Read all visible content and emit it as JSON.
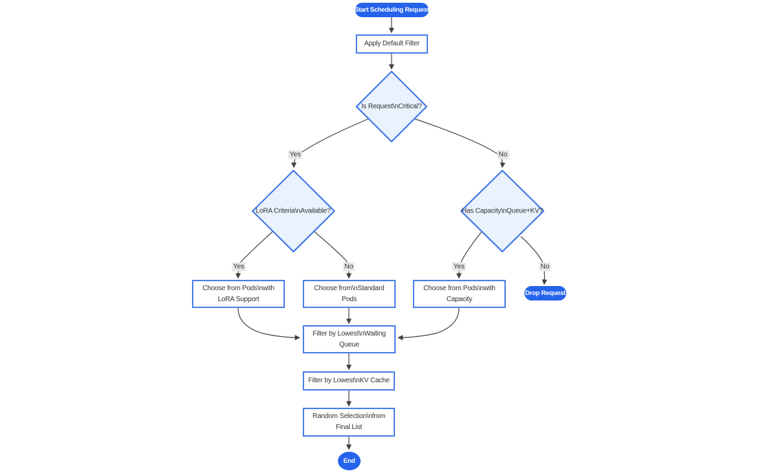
{
  "flowchart": {
    "nodes": {
      "start": {
        "label": "Start Scheduling Request",
        "type": "stadium"
      },
      "apply_filter": {
        "lines": [
          "Apply Default Filter"
        ],
        "type": "rect"
      },
      "is_critical": {
        "label": "Is Request\\nCritical?",
        "type": "decision"
      },
      "lora_criteria": {
        "label": "LoRA Criteria\\nAvailable?",
        "type": "decision"
      },
      "has_capacity": {
        "label": "Has Capacity\\nQueue+KV?",
        "type": "decision"
      },
      "choose_lora": {
        "lines": [
          "Choose from Pods\\nwith",
          "LoRA Support"
        ],
        "type": "rect"
      },
      "choose_standard": {
        "lines": [
          "Choose from\\nStandard",
          "Pods"
        ],
        "type": "rect"
      },
      "choose_capacity": {
        "lines": [
          "Choose from Pods\\nwith",
          "Capacity"
        ],
        "type": "rect"
      },
      "drop_request": {
        "label": "Drop Request",
        "type": "stadium"
      },
      "filter_waiting": {
        "lines": [
          "Filter by Lowest\\nWaiting",
          "Queue"
        ],
        "type": "rect"
      },
      "filter_kv": {
        "lines": [
          "Filter by Lowest\\nKV Cache"
        ],
        "type": "rect"
      },
      "random_selection": {
        "lines": [
          "Random Selection\\nfrom",
          "Final List"
        ],
        "type": "rect"
      },
      "end": {
        "label": "End",
        "type": "circle"
      }
    },
    "edge_labels": {
      "critical_yes": "Yes",
      "critical_no": "No",
      "lora_yes": "Yes",
      "lora_no": "No",
      "capacity_yes": "Yes",
      "capacity_no": "No"
    },
    "colors": {
      "terminal_fill": "#2563eb",
      "terminal_text": "#ffffff",
      "rect_fill": "#ffffff",
      "rect_border": "#4b7fe8",
      "decision_fill": "#e9f2fd",
      "decision_border": "#3d74e6",
      "edge_line": "#474747",
      "edge_label_bg": "#e8e8e8",
      "text": "#333333"
    }
  }
}
